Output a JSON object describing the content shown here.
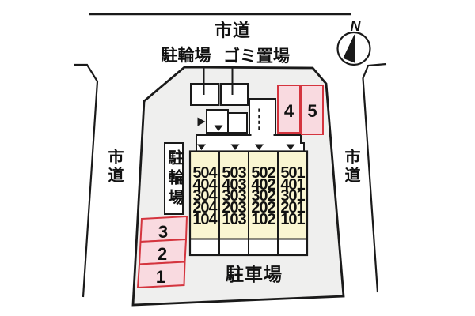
{
  "plan": {
    "roads": {
      "top": "市道",
      "left": "市道",
      "right": "市道"
    },
    "compass": {
      "label": "N"
    },
    "labels": {
      "bicycle_parking_top": "駐輪場",
      "garbage_area": "ゴミ置場",
      "bicycle_parking_side": "駐輪場",
      "parking_lot": "駐車場"
    },
    "parking_spaces_right": [
      "4",
      "5"
    ],
    "parking_spaces_left": [
      "3",
      "2",
      "1"
    ],
    "room_columns": [
      [
        "504",
        "404",
        "304",
        "204",
        "104"
      ],
      [
        "503",
        "403",
        "303",
        "203",
        "103"
      ],
      [
        "502",
        "402",
        "302",
        "202",
        "102"
      ],
      [
        "501",
        "401",
        "301",
        "201",
        "101"
      ]
    ],
    "colors": {
      "site_fill": "#efefee",
      "room_fill": "#faf6d2",
      "space_fill": "#f9dae0",
      "space_border": "#d4343e",
      "line": "#1a1a1a"
    }
  }
}
